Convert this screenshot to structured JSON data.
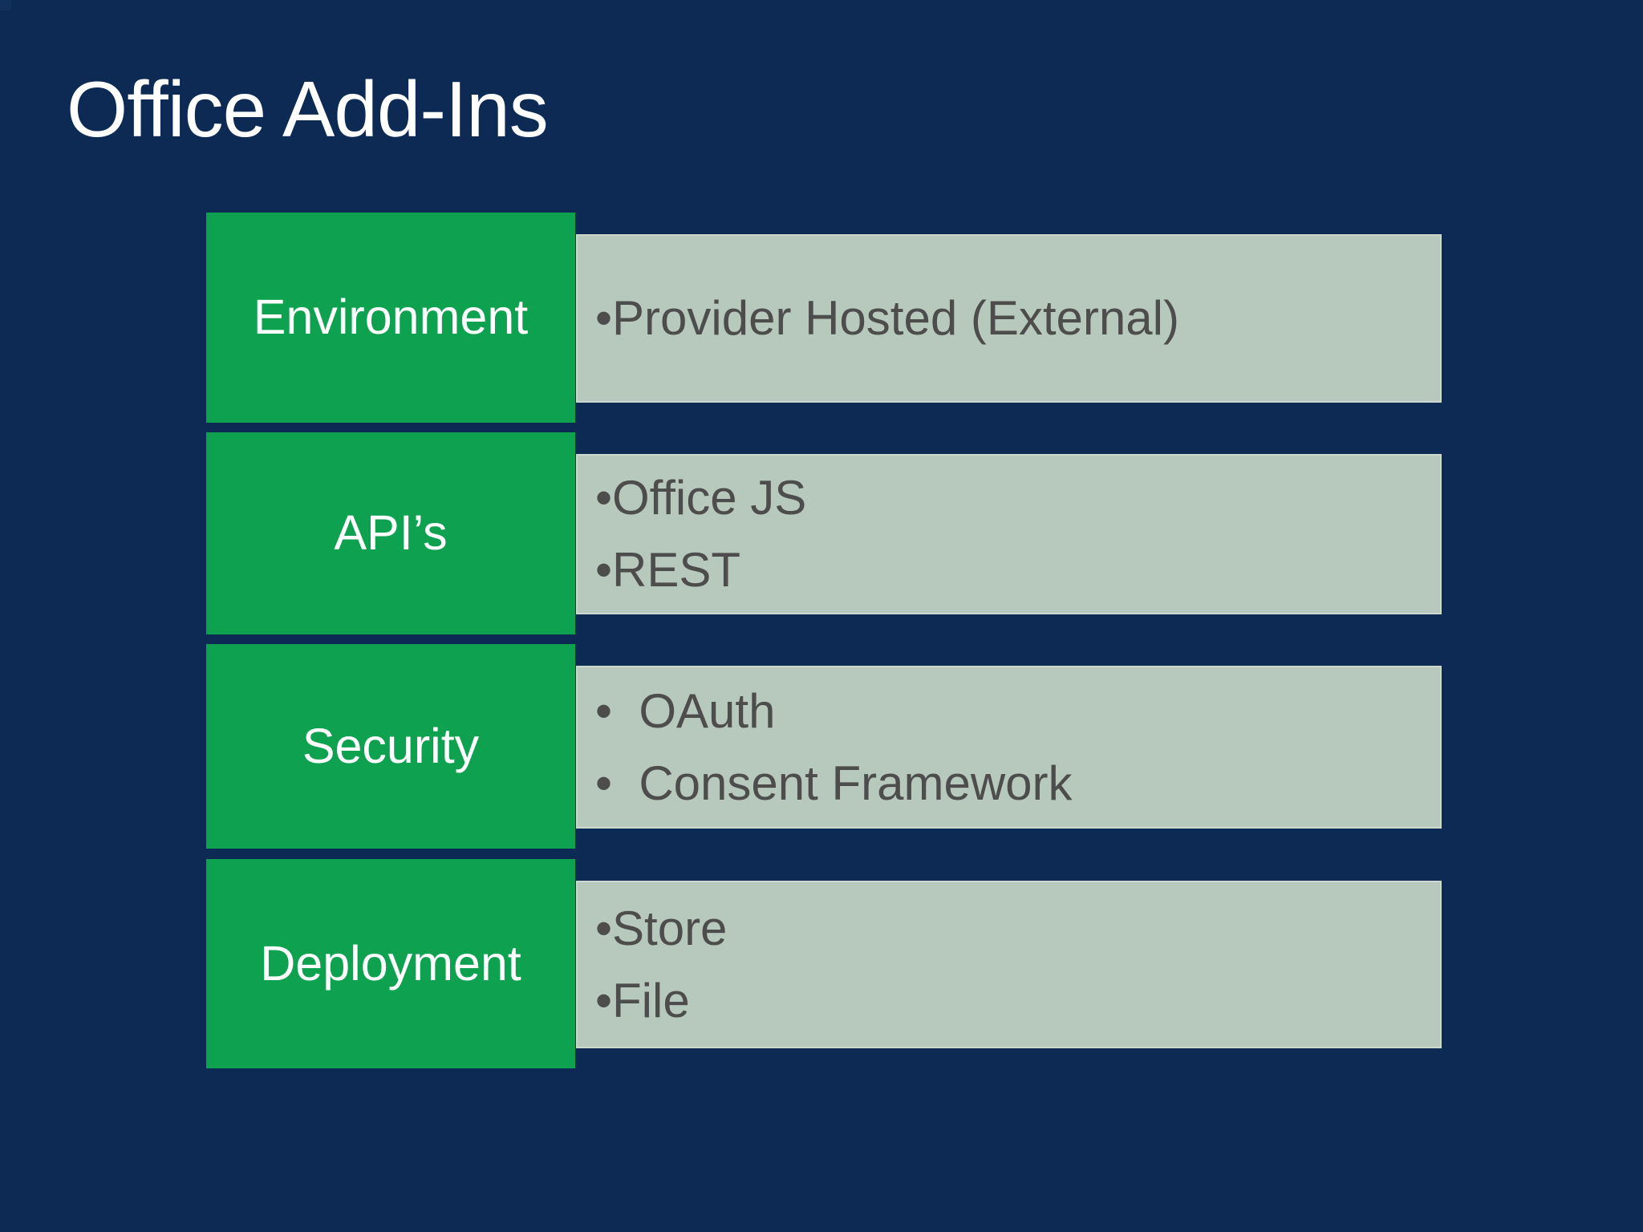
{
  "slide": {
    "title": "Office Add-Ins",
    "rows": [
      {
        "label": "Environment",
        "items": [
          "•Provider Hosted (External)"
        ]
      },
      {
        "label": "API’s",
        "items": [
          "•Office JS",
          "•REST"
        ]
      },
      {
        "label": "Security",
        "items": [
          "•  OAuth",
          "•  Consent Framework"
        ]
      },
      {
        "label": "Deployment",
        "items": [
          "•Store",
          "•File"
        ]
      }
    ],
    "colors": {
      "background": "#0d2a54",
      "label_box_green": "#0da150",
      "content_box_gray": "#b6c9bc",
      "content_box_border": "#ccd7cd",
      "content_text_gray": "#4d4d4d",
      "title_text": "#ffffff",
      "label_text": "#ffffff"
    }
  }
}
